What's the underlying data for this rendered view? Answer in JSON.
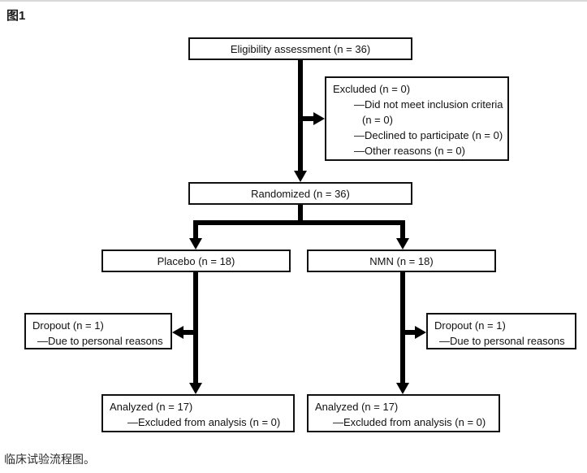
{
  "figure_label": "图1",
  "caption": "临床试验流程图。",
  "colors": {
    "line": "#000000",
    "box_border": "#111111",
    "background": "#ffffff",
    "top_rule": "#d9d9d9"
  },
  "flowchart": {
    "eligibility": {
      "label": "Eligibility assessment (n = 36)"
    },
    "excluded": {
      "title": "Excluded (n = 0)",
      "item1_line1": "—Did not meet inclusion criteria",
      "item1_line2": "(n = 0)",
      "item2": "—Declined to participate (n = 0)",
      "item3": "—Other reasons (n = 0)"
    },
    "randomized": {
      "label": "Randomized (n = 36)"
    },
    "placebo": {
      "label": "Placebo (n = 18)"
    },
    "nmn": {
      "label": "NMN (n = 18)"
    },
    "dropout_left": {
      "title": "Dropout (n = 1)",
      "reason": "—Due to personal reasons"
    },
    "dropout_right": {
      "title": "Dropout (n = 1)",
      "reason": "—Due to personal reasons"
    },
    "analyzed_left": {
      "title": "Analyzed (n = 17)",
      "detail": "—Excluded from analysis (n = 0)"
    },
    "analyzed_right": {
      "title": "Analyzed (n = 17)",
      "detail": "—Excluded from analysis (n = 0)"
    }
  }
}
